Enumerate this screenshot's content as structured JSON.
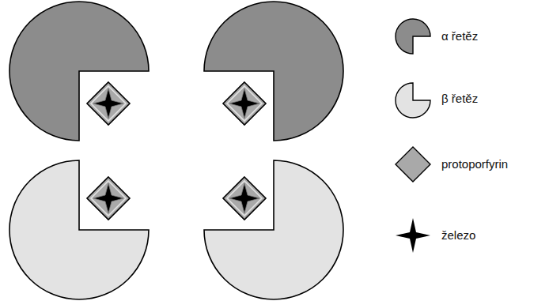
{
  "diagram": {
    "legend": [
      {
        "text": "α řetěz"
      },
      {
        "text": "β řetěz"
      },
      {
        "text": "protoporfyrin"
      },
      {
        "text": "železo"
      }
    ]
  }
}
